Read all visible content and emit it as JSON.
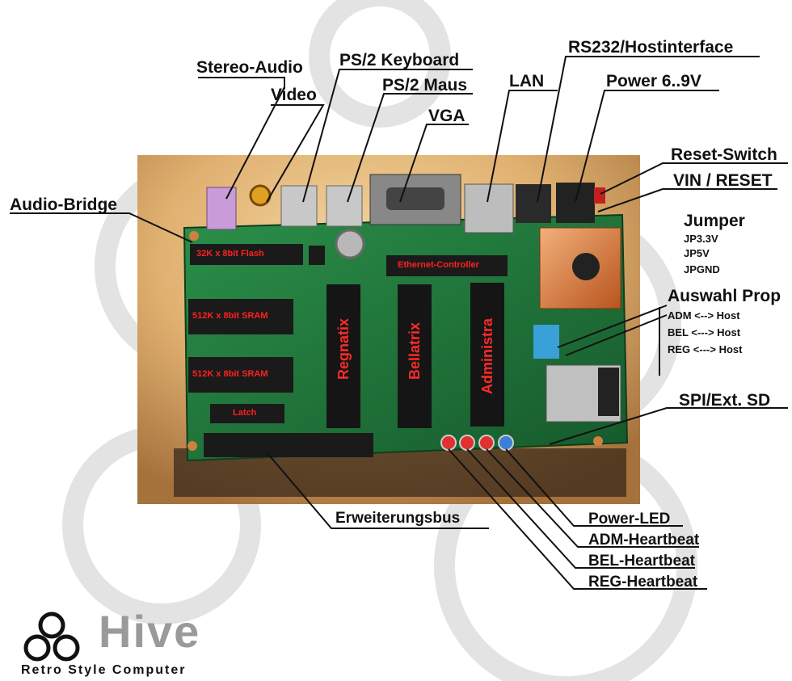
{
  "labels": {
    "stereo_audio": "Stereo-Audio",
    "video": "Video",
    "ps2_keyboard": "PS/2 Keyboard",
    "ps2_maus": "PS/2 Maus",
    "vga": "VGA",
    "lan": "LAN",
    "rs232": "RS232/Hostinterface",
    "power": "Power 6..9V",
    "reset_switch": "Reset-Switch",
    "vin_reset": "VIN / RESET",
    "audio_bridge": "Audio-Bridge",
    "jumper": "Jumper",
    "jp33": "JP3.3V",
    "jp5": "JP5V",
    "jpgnd": "JPGND",
    "auswahl_prop": "Auswahl Prop",
    "adm_host": "ADM <--> Host",
    "bel_host": "BEL  <---> Host",
    "reg_host": "REG  <---> Host",
    "spi_sd": "SPI/Ext. SD",
    "erweiterungsbus": "Erweiterungsbus",
    "power_led": "Power-LED",
    "adm_heartbeat": "ADM-Heartbeat",
    "bel_heartbeat": "BEL-Heartbeat",
    "reg_heartbeat": "REG-Heartbeat"
  },
  "chips": {
    "flash": "32K x 8bit Flash",
    "sram1": "512K x 8bit SRAM",
    "sram2": "512K x 8bit SRAM",
    "latch": "Latch",
    "ethernet": "Ethernet-Controller",
    "regnatix": "Regnatix",
    "bellatrix": "Bellatrix",
    "administra": "Administra"
  },
  "logo": {
    "brand": "Hive",
    "tagline": "Retro Style Computer"
  },
  "colors": {
    "pcb": "#1f7a3a",
    "chip_label": "#ff2020",
    "text": "#111111",
    "shadow": "#3b2a1a",
    "logo_grey": "#9a9a9a"
  }
}
